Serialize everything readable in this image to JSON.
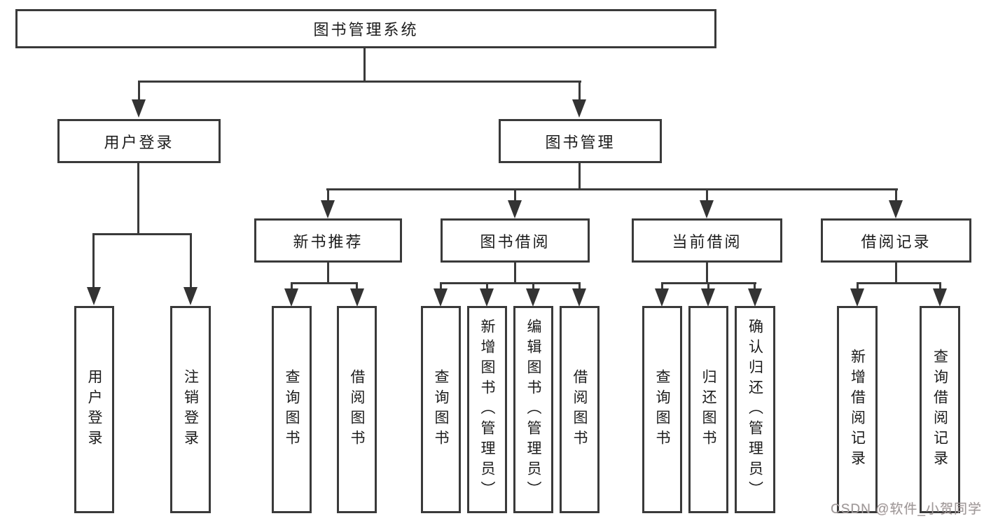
{
  "diagram": {
    "root": {
      "label": "图书管理系统"
    },
    "level2": [
      {
        "label": "用户登录"
      },
      {
        "label": "图书管理"
      }
    ],
    "level3": [
      {
        "label": "新书推荐"
      },
      {
        "label": "图书借阅"
      },
      {
        "label": "当前借阅"
      },
      {
        "label": "借阅记录"
      }
    ],
    "leaf_groups": [
      {
        "parent": "用户登录",
        "items": [
          {
            "label": "用户登录"
          },
          {
            "label": "注销登录"
          }
        ]
      },
      {
        "parent": "新书推荐",
        "items": [
          {
            "label": "查询图书"
          },
          {
            "label": "借阅图书"
          }
        ]
      },
      {
        "parent": "图书借阅",
        "items": [
          {
            "label": "查询图书"
          },
          {
            "label": "新增图书（管理员）"
          },
          {
            "label": "编辑图书（管理员）"
          },
          {
            "label": "借阅图书"
          }
        ]
      },
      {
        "parent": "当前借阅",
        "items": [
          {
            "label": "查询图书"
          },
          {
            "label": "归还图书"
          },
          {
            "label": "确认归还（管理员）"
          }
        ]
      },
      {
        "parent": "借阅记录",
        "items": [
          {
            "label": "新增借阅记录"
          },
          {
            "label": "查询借阅记录"
          }
        ]
      }
    ]
  },
  "watermark": {
    "text": "CSDN @软件_小贺同学"
  },
  "colors": {
    "line": "#3a3a3a",
    "box_border": "#3a3a3a",
    "text": "#1c1c1c",
    "watermark": "#9a9a9a",
    "background": "#ffffff"
  }
}
